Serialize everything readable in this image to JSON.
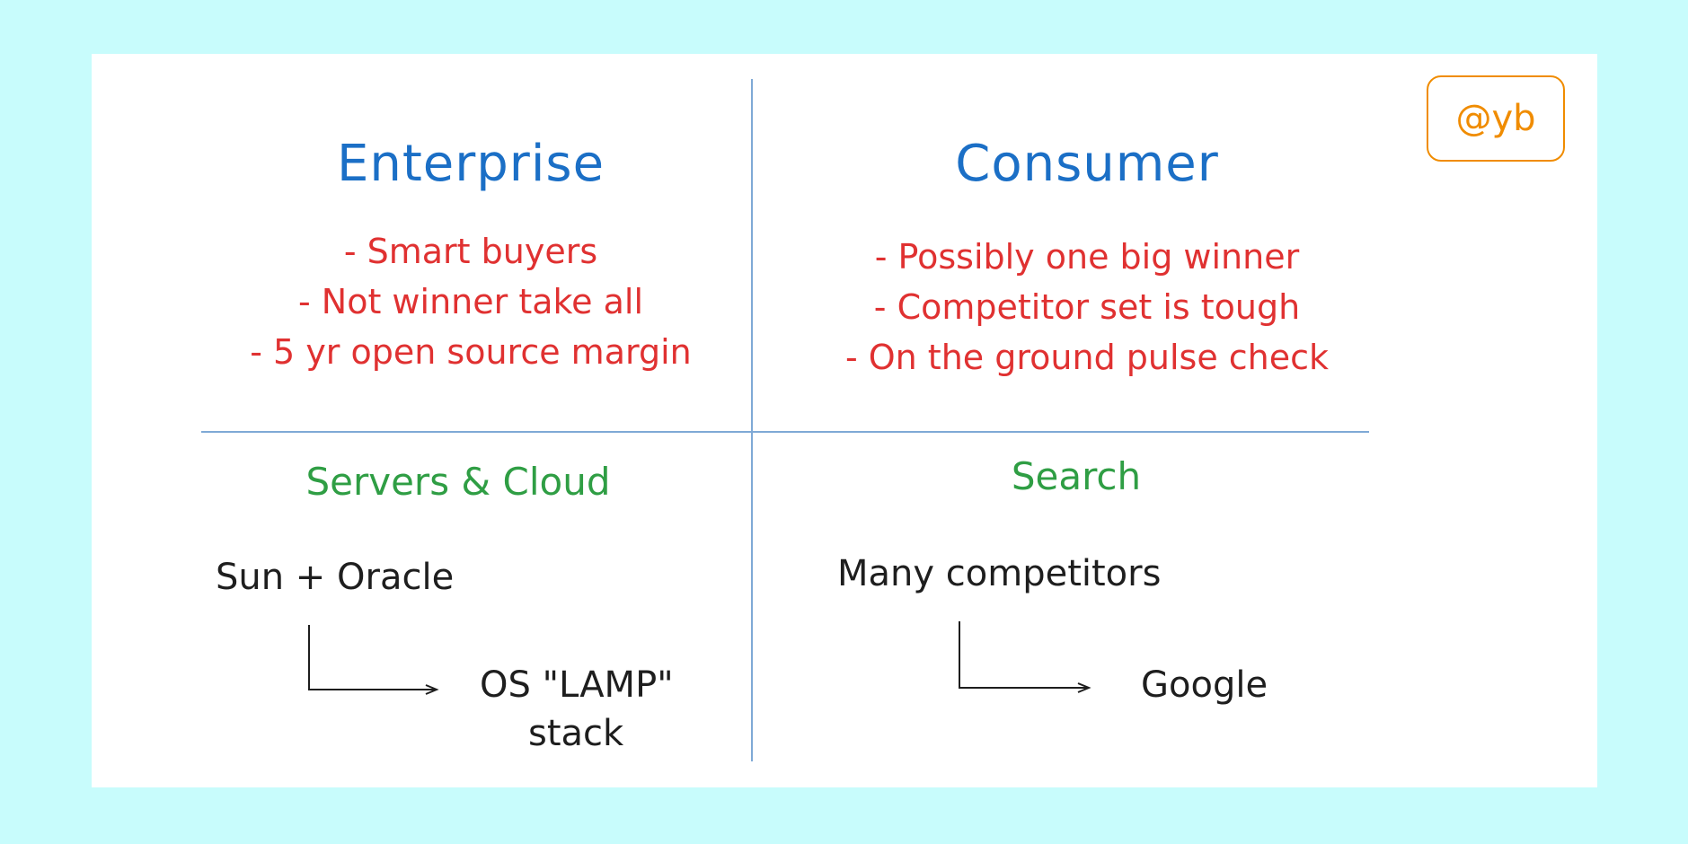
{
  "badge": "@yb",
  "columns": {
    "enterprise": {
      "title": "Enterprise",
      "points": [
        "- Smart buyers",
        "- Not winner take all",
        "- 5 yr open source margin"
      ],
      "example_heading": "Servers & Cloud",
      "incumbent": "Sun + Oracle",
      "disruptor_line1": "OS \"LAMP\"",
      "disruptor_line2": "stack"
    },
    "consumer": {
      "title": "Consumer",
      "points": [
        "- Possibly one big winner",
        "- Competitor set is tough",
        "- On the ground pulse check"
      ],
      "example_heading": "Search",
      "incumbent": "Many competitors",
      "disruptor_line1": "Google"
    }
  },
  "colors": {
    "background": "#c8fcfc",
    "heading": "#1b6fc6",
    "points": "#e03131",
    "examples": "#2f9e44",
    "badge": "#f08c00",
    "divider": "#7fa9d6"
  }
}
